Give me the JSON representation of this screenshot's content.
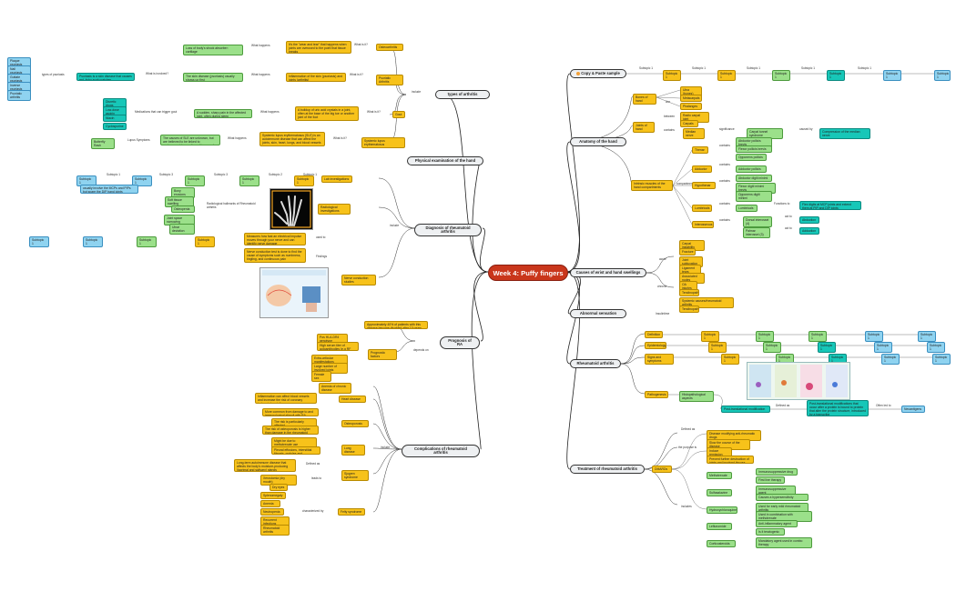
{
  "root": "Week 4: Puffy fingers",
  "topics": {
    "types": "types of arthritis",
    "exam": "Physical examination  of  the hand",
    "diag": "Diagnosis of rheumatoid arthritis",
    "prog": "Prognosis of RA",
    "comp": "Complications of rheumatoid arthritis",
    "copy": "Copy & Paste sample",
    "anat": "Anatomy of the hand",
    "causes": "Causes of wrist and hand swellings",
    "abn": "Abnormal sensation",
    "ra": "Rheumatoid arthritis",
    "treat": "Treatment of rheumatoid arthritis"
  },
  "left": {
    "types": {
      "include": "include",
      "what_is": [
        "What is it?",
        "What is it?",
        "What is it?",
        "What is it?"
      ],
      "what_happens": [
        "What happens",
        "What happens",
        "What happens",
        "What happens"
      ],
      "oa": "Osteoarthritis",
      "oa_desc": "It's the \"wear and tear\" that happens when joints are overused to the point that tissue breaks",
      "oa_happen": "Loss of body's shock absorber: cartilage",
      "psa": "Psoriatic Arthritis",
      "psa_desc": "Inflammation of the skin (psoriasis) and joints (arthritis)",
      "psa_happen": "The skin disease (psoriasis) usually shows up first",
      "psa_what": "What is involved?",
      "psa_forms_label": "types of psoriasis",
      "psa_forms": [
        "Plaque psoriasis",
        "Nail psoriasis",
        "Guttate psoriasis",
        "Inverse psoriasis",
        "Psoriatic arthritis"
      ],
      "psa_note": "Psoriasis is a skin disease that causes red, itchy scaly patches",
      "gout": "Gout",
      "gout_desc": "A buildup of uric acid crystals in a joint, often at the base of the big toe or another joint of the foot",
      "gout_happen": "A sudden, sharp pain in the affected joint, often during sleep",
      "gout_meds_label": "Medications that can trigger gout",
      "gout_meds": [
        "Diuretic drugs",
        "Low-dose aspirin",
        "Niacin",
        "Cyclosporine",
        "Levodopa"
      ],
      "sle": "Systemic lupus erythematosus",
      "sle_desc": "Systemic lupus erythematosus (SLE) is an autoimmune disease that can affect the joints, skin, heart, lungs, and blood vessels",
      "sle_happen": "The causes of SLE are unknown, but are believed to be linked to environmental, genetic and hormonal factors",
      "sle_sym_label": "Lupus Symptoms",
      "sle_sym": "Butterfly Rash"
    },
    "diag": {
      "include": "include",
      "lab": "Lab investigations",
      "rad": "Radiological investigations",
      "nerve": "Nerve conduction studies",
      "sub": [
        "Subtopic 1",
        "Subtopic 2",
        "Subtopic 3"
      ],
      "lab_chain": [
        "Subtopic 1",
        "Subtopic 1",
        "Subtopic 1",
        "Subtopic 1",
        "Subtopic 1"
      ],
      "rad_xray_label": "Radiological hallmarks of Rheumatoid arthritis",
      "rad_items": [
        "Bony erosions",
        "Soft tissue swelling",
        "Osteopenia",
        "Joint space narrowing",
        "Ulnar deviation"
      ],
      "rad_note": "usually involve the MCPs and PIPs but spare the DIP hand joints",
      "nerve_desc": "Measures how fast an electrical impulse moves through your nerve and can identify nerve damage",
      "nerve_note": "Nerve conduction test is done to find the cause of symptoms such as numbness, tingling, and continuous pain",
      "nerve_used": "used to",
      "nerve_find": "Findings",
      "nerve_chain": [
        "Subtopic 1",
        "Subtopic 1",
        "Subtopic 1",
        "Subtopic 1"
      ]
    },
    "prog": {
      "approx": "Approximately 40% of patients with this disease become disabled after 10 years",
      "depends": "depends on",
      "factors": "Prognostic factors",
      "items": [
        "Pos HLA-DR4 genotype",
        "High serum titer of autoantibodies (e.g RF and ACPA)",
        "Extra-articular manifestations",
        "Large number of involved joints",
        "Female sex"
      ]
    },
    "comp": {
      "include": "include",
      "heart": "Heart disease",
      "heart_items": [
        "Anemia of chronic disease",
        "Inflammation can affect blood vessels and increase the risk of coronary ischemic heart disease"
      ],
      "osteo": "Osteoporosis",
      "osteo_items": [
        "More common from damage to and immunological stimuli with RA",
        "The risk is particularly affected"
      ],
      "lung": "Lung disease",
      "lung_items": [
        "The risk of osteoporosis is higher than damage in the rheumatoid arthritis patients",
        "Might be due to methotrexate use",
        "Pleural effusions, interstitial fibrosis, nodules and bronchiolitis"
      ],
      "sjogren": "Sjogren syndrome",
      "sjogren_def": "Long-term autoimmune disease that affects the body's moisture-producing (lacrimal and salivary) glands",
      "sjogren_def_l": "Defined as",
      "sjogren_lead": "leads to",
      "sjogren_items": [
        "Xerostomia (dry mouth)",
        "Dry eyes"
      ],
      "felty": "Felty syndrome",
      "felty_l": "characterized by",
      "felty_items": [
        "Splenomegaly",
        "Anemia",
        "Neutropenia",
        "Recurrent infections",
        "Rheumatoid arthritis"
      ]
    }
  },
  "right": {
    "copy_chain": [
      "Subtopic 1",
      "Subtopic 1",
      "Subtopic 1",
      "Subtopic 1",
      "Subtopic 1"
    ],
    "copy_sub": "Subtopic 1",
    "anat": {
      "bones": "Bones of hand",
      "bones_are": "Are",
      "bones_items": [
        "Ulna (bones)",
        "Metacarpals",
        "Phalanges"
      ],
      "wrist": "Wrist joint",
      "joints": "Joints of hand",
      "joints_between": "between",
      "joints_items": [
        "Radio carpal joint",
        "Carpals"
      ],
      "median": "Median nerve",
      "median_contains": "contains",
      "muscles": "Intrinsic muscles of the hand compartments",
      "compartments": "compartments",
      "sig": "significance",
      "sig_item": "Carpal tunnel syndrome",
      "caused": "caused by",
      "caused_item": "Compression of the median nerve",
      "thenar": "Thenar",
      "thenar_items": [
        "Abductor pollicis brevis",
        "Flexor pollicis brevis",
        "Opponens pollicis"
      ],
      "adductor": "Adductor",
      "adductor_items": [
        "Adductor pollicis"
      ],
      "hypo": "Hypothenar",
      "hypo_items": [
        "Abductor digiti minimi",
        "Flexor digiti minimi brevis",
        "Opponens digiti minimi"
      ],
      "lumb": "Lumbricals",
      "lumb_item": "Lumbricals",
      "lumb_fn": "Functions to",
      "lumb_desc": "Flex digits at MCP joints and extend them at PIP and DIP joints",
      "inter": "Interosseous",
      "inter_items": [
        "Dorsal interossei (4)",
        "Palmar interossei (3)"
      ],
      "inter_act": [
        "act to",
        "act to"
      ],
      "inter_res": [
        "Abduction",
        "Adduction"
      ],
      "contains": [
        "contains",
        "contains",
        "contains",
        "contains",
        "contains"
      ]
    },
    "causes": {
      "acute": "acute",
      "chronic": "chronic",
      "acute_items": [
        "Carpal instability",
        "Fracture",
        "Joint subluxation",
        "Ligament tears",
        "Associated nodes"
      ],
      "chronic_items": [
        "OA injuries",
        "Tendinopathy",
        "Systemic causes/rheumatoid arthritis",
        "Tendinopathy"
      ]
    },
    "abn_label": "Insulintime",
    "ra": {
      "def": "Definition",
      "epi": "Epidemiology",
      "sign": "Signs and symptoms",
      "path": "Pathogenesis",
      "histo": "Histopathological aspects",
      "rows": [
        "Subtopic 1",
        "Subtopic 1",
        "Subtopic 1",
        "Subtopic 1",
        "Subtopic 1",
        "Subtopic 1"
      ],
      "pt_mod": "Post-translational modification",
      "defined": "Defined as",
      "ptm_desc": "Post-translational modifications that occur after a protein is bound to protein that alter the protein structure, introduced by a transcribe",
      "often": "Often led to",
      "often_item": "Neoantigens"
    },
    "treat": {
      "dmards": "DMARDs",
      "defined": "Defined as",
      "dmard_def": "Disease modifying anti-rheumatic drugs",
      "purpose": "the purpose is",
      "purposes": [
        "Slow the course of the disease",
        "Induce remission",
        "Prevent further destruction of joints and involved tissues"
      ],
      "includes": "includes",
      "drugs": [
        "Methotrexate",
        "Sulfasalazine",
        "Hydroxychloroquine",
        "Leflunomide",
        "Corticosteroids"
      ],
      "drug_items": [
        "Immunosuppressive drug",
        "First line therapy",
        "Immunosuppressive agent",
        "Causes a hypersensitivity",
        "Used for early mild rheumatoid arthritis",
        "Used in combination with methotrexate",
        "Anti-inflammatory agent",
        "Is it teratogenic",
        "Mandatory agent used in combo therapy"
      ]
    }
  }
}
